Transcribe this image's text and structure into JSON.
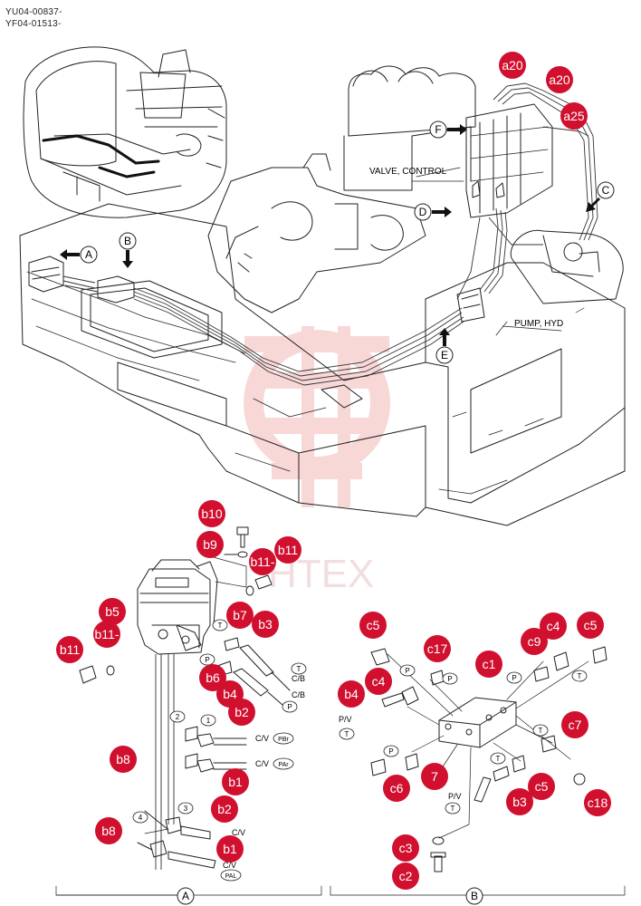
{
  "header": {
    "line1": "YU04-00837-",
    "line2": "YF04-01513-"
  },
  "labels": {
    "valve_control": "VALVE, CONTROL",
    "pump_hyd": "PUMP, HYD",
    "pv_left": "P/V",
    "pv_right_top": "P/V",
    "cv_pbr": "C/V",
    "cv_par": "C/V",
    "cv_pal": "C/V",
    "cv_pal2": "C/V",
    "cb1": "C/B",
    "cb2": "C/B",
    "watermark": "HTEX"
  },
  "view_letters": {
    "A": "A",
    "B": "B",
    "C": "C",
    "D": "D",
    "E": "E",
    "F": "F"
  },
  "section_labels": {
    "A": "A",
    "B": "B"
  },
  "callouts": {
    "a20_1": "a20",
    "a20_2": "a20",
    "a25": "a25",
    "b10": "b10",
    "b9": "b9",
    "b11_a": "b11-",
    "b11_b": "b11",
    "b5": "b5",
    "b11_c": "b11-",
    "b11_d": "b11",
    "b7": "b7",
    "b3": "b3",
    "b6": "b6",
    "b4": "b4",
    "b2_a": "b2",
    "b8_a": "b8",
    "b1_a": "b1",
    "b2_b": "b2",
    "b8_b": "b8",
    "b1_b": "b1",
    "c5_a": "c5",
    "c17": "c17",
    "c1": "c1",
    "c9": "c9",
    "c4_a": "c4",
    "c5_b": "c5",
    "c4_b": "c4",
    "b4_r": "b4",
    "c7": "c7",
    "c6": "c6",
    "n7": "7",
    "c5_c": "c5",
    "b3_r": "b3",
    "c18": "c18",
    "c3": "c3",
    "c2": "c2"
  },
  "ports": {
    "T1": "T",
    "P1": "P",
    "T2": "T",
    "P2": "P",
    "PBr": "PBr",
    "PAr": "PAr",
    "PAL": "PAL",
    "n1": "1",
    "n2": "2",
    "n3": "3",
    "n4": "4",
    "rP1": "P",
    "rP2": "P",
    "rP3": "P",
    "rT1": "T",
    "rT2": "T",
    "rT3": "T",
    "rT4": "T",
    "rP4": "P",
    "rT5": "T"
  },
  "colors": {
    "callout": "#d0102e",
    "watermark": "#f3b7b7",
    "line": "#222222"
  }
}
